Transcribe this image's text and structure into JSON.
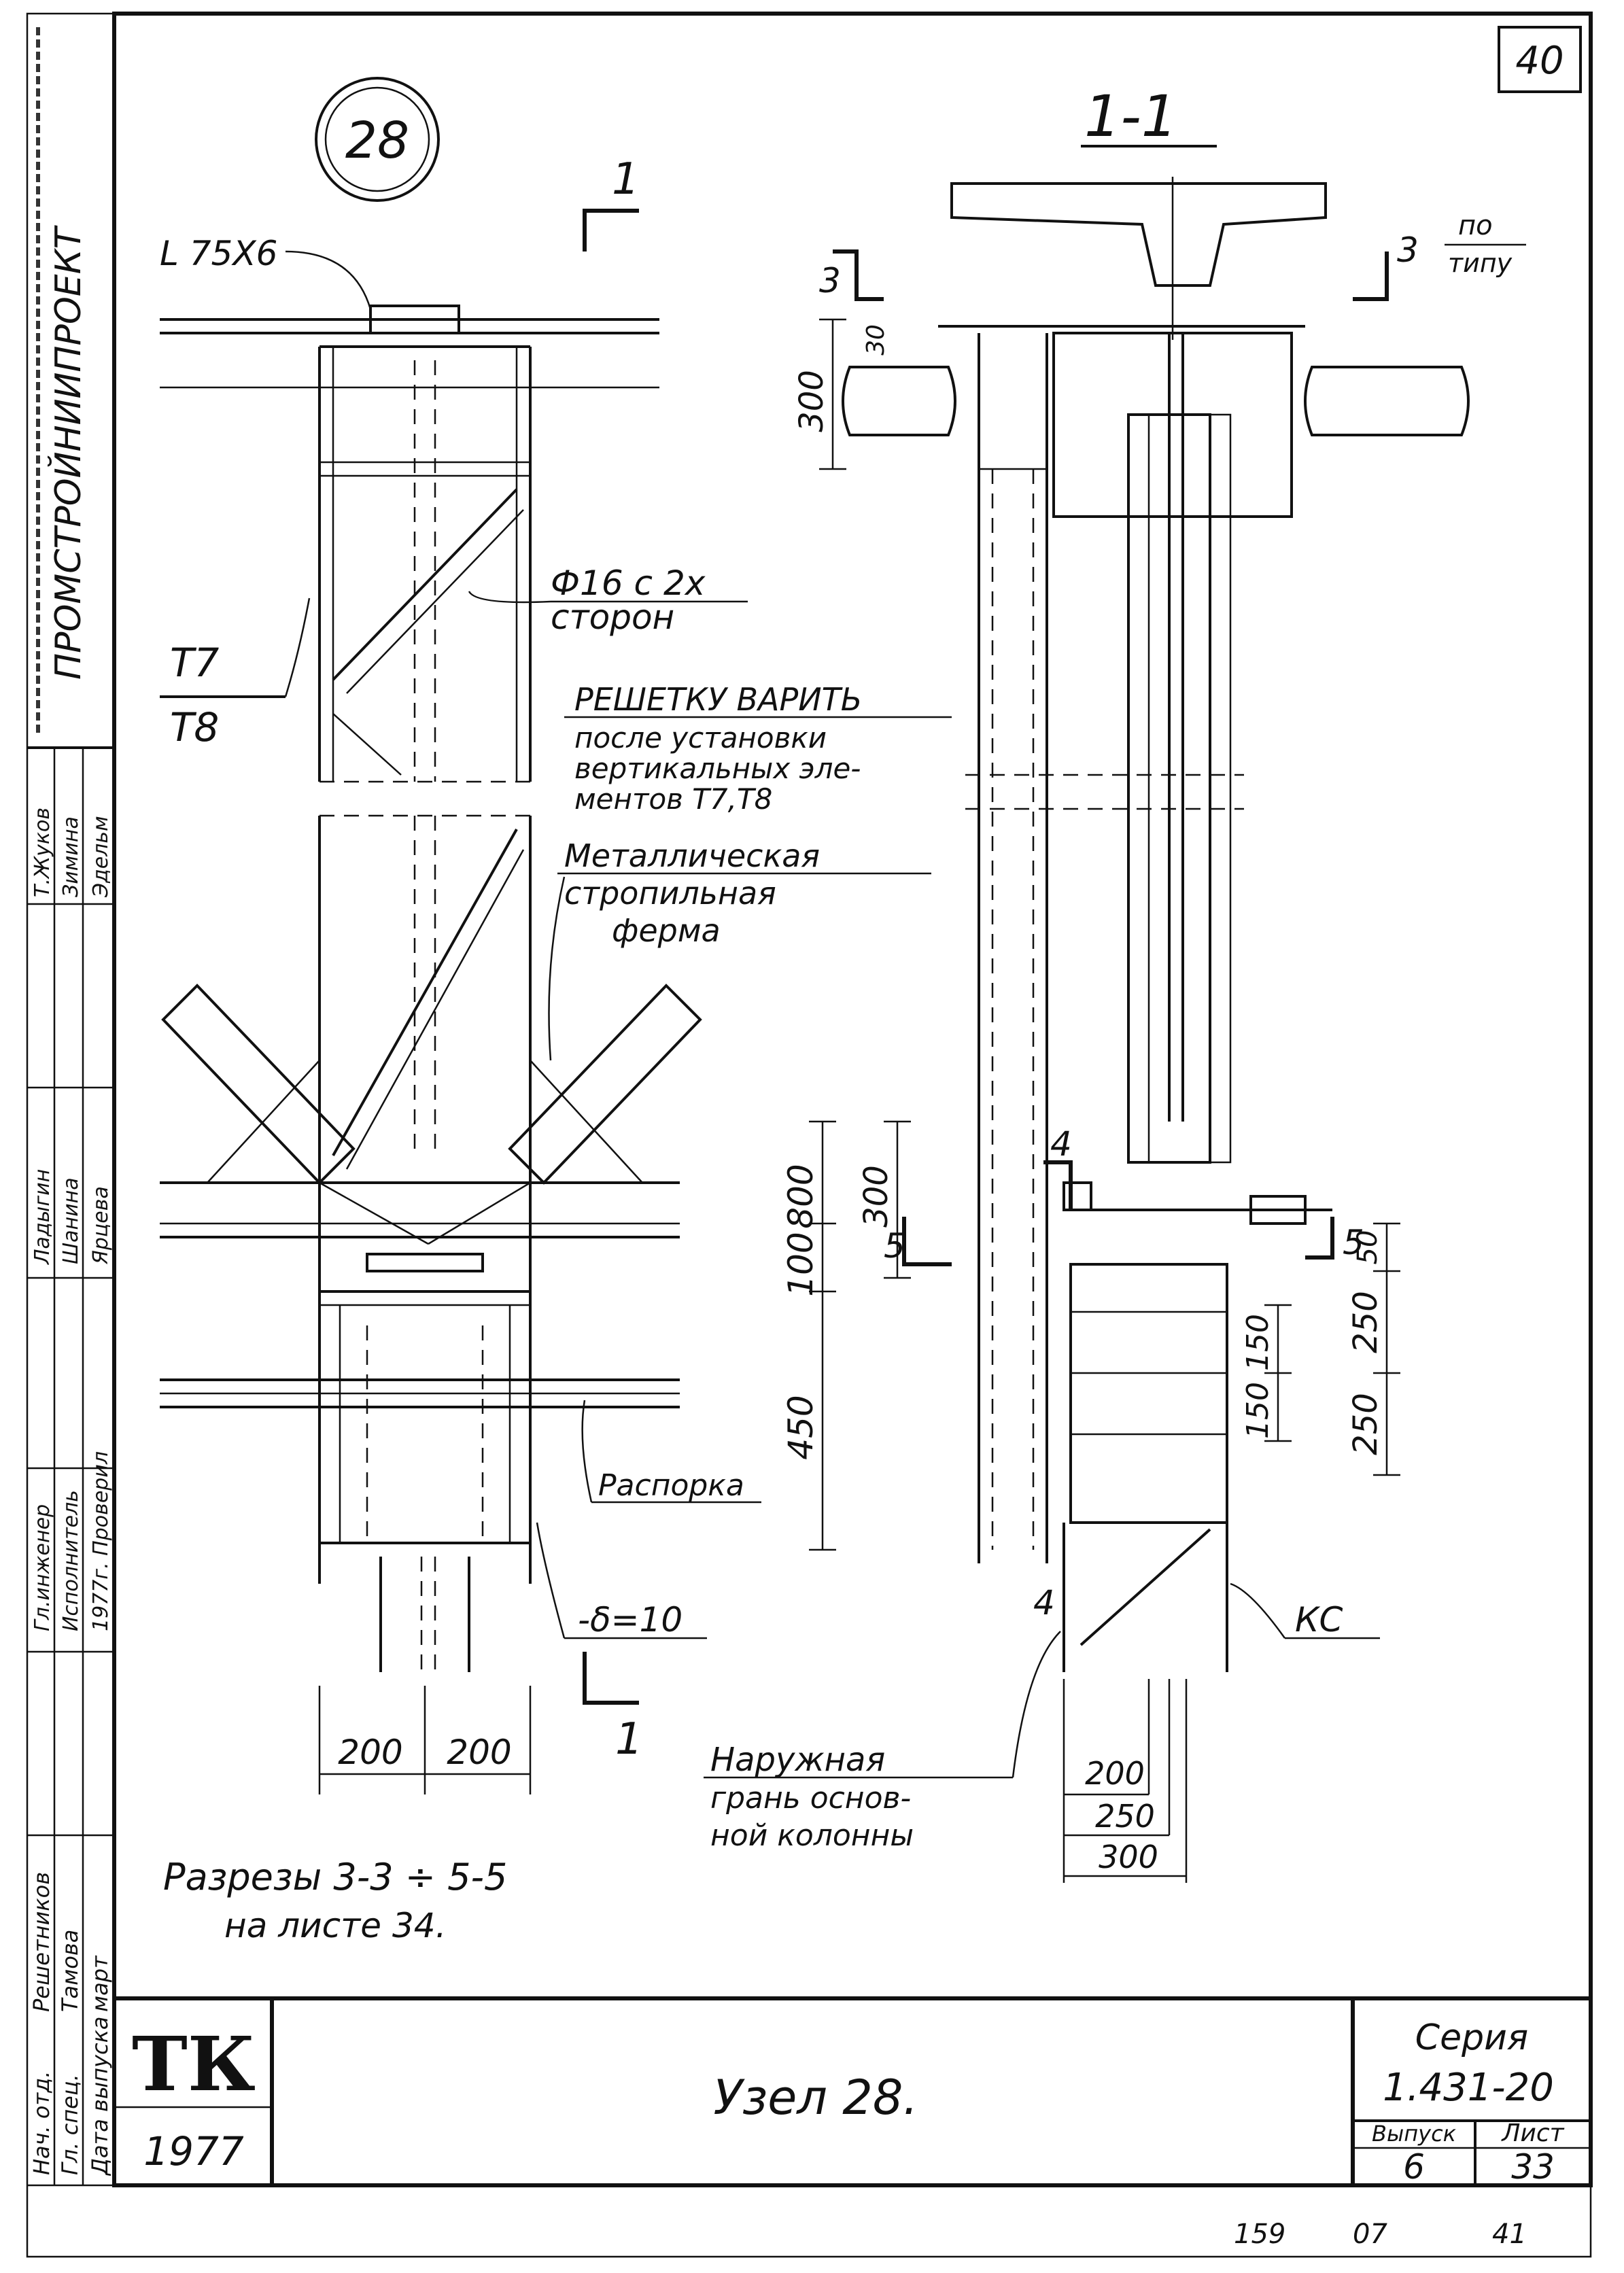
{
  "sheet": {
    "page_number_top": "40",
    "organization_vertical": "ПРОМСТРОЙНИИПРОЕКТ",
    "node_number": "28",
    "section_mark_top": "1",
    "section_mark_bottom": "1",
    "section_title": "1-1"
  },
  "labels": {
    "angle": "L 75X6",
    "rod": "Ф16 с 2х",
    "rod_sides": "сторон",
    "t7": "Т7",
    "t8": "Т8",
    "lattice_1": "РЕШЕТКУ ВАРИТЬ",
    "lattice_2": "после установки",
    "lattice_3": "вертикальных эле-",
    "lattice_4": "ментов Т7,Т8",
    "truss_1": "Металлическая",
    "truss_2": "стропильная",
    "truss_3": "ферма",
    "strut": "Распорка",
    "plate": "-δ=10",
    "po_tipu_num": "по",
    "po_tipu_den": "типу",
    "cut3": "3",
    "cut4": "4",
    "cut5": "5",
    "ks": "КС",
    "outer_1": "Наружная",
    "outer_2": "грань основ-",
    "outer_3": "ной колонны",
    "note_1": "Разрезы 3-3 ÷ 5-5",
    "note_2": "на листе 34."
  },
  "dimensions": {
    "d300_top": "300",
    "d30": "30",
    "d300_mid": "300",
    "d800": "800",
    "d100": "100",
    "d450": "450",
    "d200_a": "200",
    "d200_b": "200",
    "d50": "50",
    "d250_a": "250",
    "d150_a": "150",
    "d150_b": "150",
    "d250_b": "250",
    "d200_c": "200",
    "d250_c": "250",
    "d300_c": "300"
  },
  "signatures": {
    "row1_role": "Нач. отд.",
    "row1_name": "Решетников",
    "row2_role": "Гл. спец.",
    "row2_name": "Тамова",
    "row3_role": "Дата выпуска",
    "row3_date": "март",
    "col2_a": "Гл.инженер",
    "col2_b": "Исполнитель",
    "col2_c": "1977г. Проверил",
    "col3_a": "Ладыгин",
    "col3_b": "Шанина",
    "col3_c": "Ярцева",
    "col4_a": "Т.Жуков",
    "col4_b": "Зимина",
    "col4_c": "Эдельм"
  },
  "title_block": {
    "logo": "ТК",
    "year": "1977",
    "title": "Узел 28.",
    "series_label": "Серия",
    "series_value": "1.431-20",
    "issue_label": "Выпуск",
    "sheet_label": "Лист",
    "issue_value": "6",
    "sheet_value": "33"
  },
  "footer": {
    "code_a": "159",
    "code_b": "07",
    "code_c": "41"
  }
}
